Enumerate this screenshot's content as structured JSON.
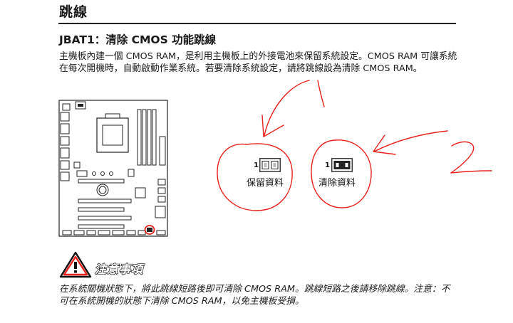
{
  "section_title": "跳線",
  "jumper": {
    "heading": "JBAT1：清除 CMOS 功能跳線",
    "description": "主機板內建一個 CMOS RAM，是利用主機板上的外接電池來保留系統設定。CMOS RAM 可讓系統在每次開機時，自動啟動作業系統。若要清除系統設定，請將跳線設為清除 CMOS RAM。"
  },
  "settings": [
    {
      "pin_label": "1",
      "label": "保留資料"
    },
    {
      "pin_label": "1",
      "label": "清除資料"
    }
  ],
  "annotations": {
    "mark_1": "1",
    "mark_2": "2"
  },
  "caution": {
    "title": "注意事項",
    "text": "在系統關機狀態下，將此跳線短路後即可清除 CMOS RAM。跳線短路之後請移除跳線。注意：不可在系統開機的狀態下清除 CMOS RAM，以免主機板受損。"
  },
  "colors": {
    "annotation_red": "#e8201b",
    "text": "#1a1a1a"
  },
  "icons": {
    "board": "motherboard-diagram",
    "warning": "warning-triangle-icon"
  }
}
